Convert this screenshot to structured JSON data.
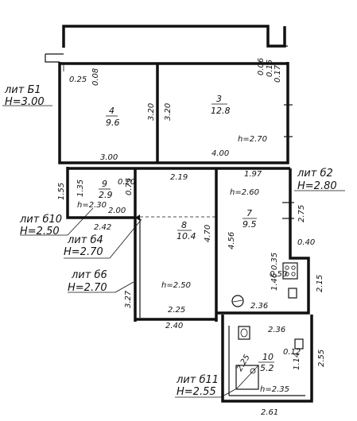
{
  "plan": {
    "annotations": [
      {
        "lit": "лит Б1",
        "h": "H=3.00"
      },
      {
        "lit": "лит б2",
        "h": "H=2.80"
      },
      {
        "lit": "лит б10",
        "h": "H=2.50"
      },
      {
        "lit": "лит б4",
        "h": "H=2.70"
      },
      {
        "lit": "лит б6",
        "h": "H=2.70"
      },
      {
        "lit": "лит б11",
        "h": "H=2.55"
      }
    ],
    "rooms": [
      {
        "num": "4",
        "area": "9.6"
      },
      {
        "num": "3",
        "area": "12.8"
      },
      {
        "num": "9",
        "area": "2.9"
      },
      {
        "num": "8",
        "area": "10.4"
      },
      {
        "num": "7",
        "area": "9.5"
      },
      {
        "num": "10",
        "area": "5.2"
      }
    ],
    "heights": [
      "h=2.70",
      "h=2.60",
      "h=2.30",
      "h=2.50",
      "h=2.35"
    ],
    "dims": {
      "d025": "0.25",
      "d008": "0.08",
      "d320a": "3.20",
      "d320b": "3.20",
      "d006": "0.06",
      "d015": "0.15",
      "d017": "0.17",
      "d300": "3.00",
      "d400": "4.00",
      "d197": "1.97",
      "d219": "2.19",
      "d155": "1.55",
      "d135": "1.35",
      "d020": "0.20",
      "d075": "0.75",
      "d200": "2.00",
      "d242": "2.42",
      "d275": "2.75",
      "d040": "0.40",
      "d470": "4.70",
      "d456": "4.56",
      "d035": "0.35",
      "d050": "0.50",
      "d146": "1.46",
      "d215": "2.15",
      "d327": "3.27",
      "d225": "2.25",
      "d236a": "2.36",
      "d236b": "2.36",
      "d240": "2.40",
      "d012": "0.12",
      "d114": "1.14",
      "d255": "2.55",
      "d225b": "2.25",
      "d261": "2.61"
    }
  }
}
